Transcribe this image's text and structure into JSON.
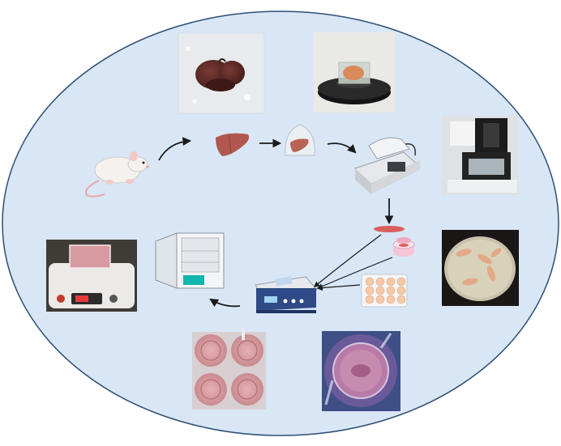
{
  "colors": {
    "background_ellipse_fill": "#d9e6f5",
    "background_ellipse_stroke": "#2c4f73",
    "arrow": "#1b1b1b",
    "liver": "#b0584f",
    "tissue_slice": "#d9605c",
    "incubator_accent": "#12b6ad",
    "shaker_blue": "#2f4a86"
  },
  "icons": [
    "mouse-icon",
    "liver-icon",
    "agarose-embedded-liver-icon",
    "vibratome-icon",
    "tissue-slice-icon",
    "petri-dish-icon",
    "well-plate-icon",
    "orbital-shaker-icon",
    "incubator-icon"
  ],
  "photos": [
    "harvested-liver-photo",
    "agarose-block-on-stage-photo",
    "vibratome-photo",
    "liver-slices-in-dish-photo",
    "slice-in-culture-insert-photo",
    "four-well-plate-photo",
    "plate-on-shaker-photo"
  ]
}
